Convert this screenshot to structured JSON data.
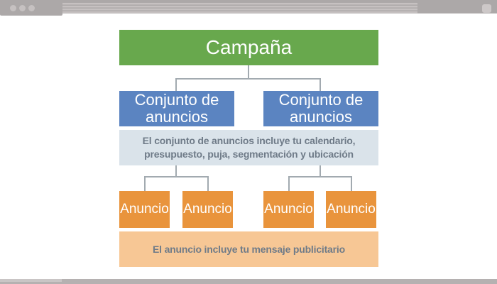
{
  "browser_chrome": {
    "window_dot_icons": [
      "window-dot",
      "window-dot",
      "window-dot"
    ],
    "menu_stripes_icon": "text-lines",
    "right_button_icon": "blank-square"
  },
  "colors": {
    "chrome_bar": "#ACA8A8",
    "chrome_light": "#C6C1C1",
    "chrome_btn": "#CDC8C8",
    "strip": "#B5B1B1",
    "strip_light": "#C9C5C5",
    "green": "#68A84D",
    "blue": "#5B84C1",
    "orange": "#E9943C",
    "peach": "#F7C795",
    "note_bg": "#DAE3EA",
    "note_text": "#6F7B88",
    "connector": "#A2AAB0"
  },
  "diagram": {
    "campaign": {
      "label": "Campaña"
    },
    "ad_sets": [
      {
        "label": "Conjunto de anuncios"
      },
      {
        "label": "Conjunto de anuncios"
      }
    ],
    "ad_set_note": {
      "line1": "El conjunto de anuncios incluye tu calendario,",
      "line2": "presupuesto, puja, segmentación y ubicación"
    },
    "ads": [
      {
        "label": "Anuncio"
      },
      {
        "label": "Anuncio"
      },
      {
        "label": "Anuncio"
      },
      {
        "label": "Anuncio"
      }
    ],
    "ad_note": {
      "text": "El anuncio incluye tu mensaje publicitario"
    }
  }
}
